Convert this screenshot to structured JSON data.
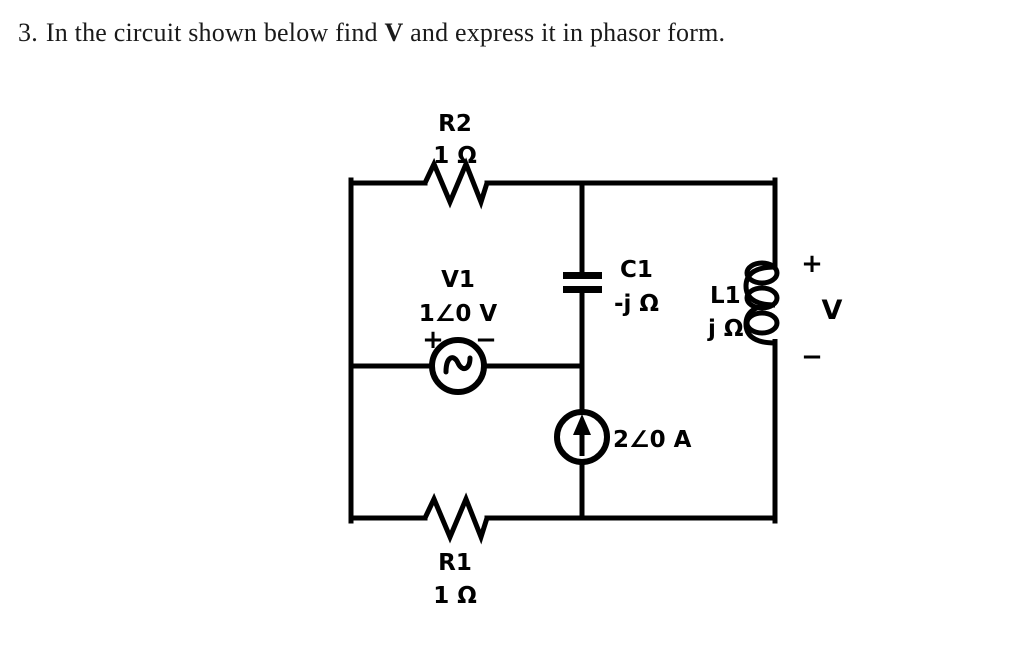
{
  "question": {
    "number": "3.",
    "text_before": "In the circuit shown below find",
    "emphasis": "V",
    "text_after": "and express it in phasor form."
  },
  "circuit": {
    "components": {
      "r2": {
        "name": "R2",
        "value": "1 Ω",
        "type": "resistor"
      },
      "r1": {
        "name": "R1",
        "value": "1 Ω",
        "type": "resistor"
      },
      "c1": {
        "name": "C1",
        "value": "-j Ω",
        "type": "capacitor"
      },
      "l1": {
        "name": "L1",
        "value": "j Ω",
        "type": "inductor"
      },
      "v1": {
        "name": "V1",
        "value": "1∠0 V",
        "type": "ac-voltage-source",
        "plus": "+",
        "minus": "−"
      },
      "i1": {
        "value": "2∠0 A",
        "type": "current-source"
      }
    },
    "output": {
      "plus": "+",
      "label": "V",
      "minus": "−"
    }
  }
}
